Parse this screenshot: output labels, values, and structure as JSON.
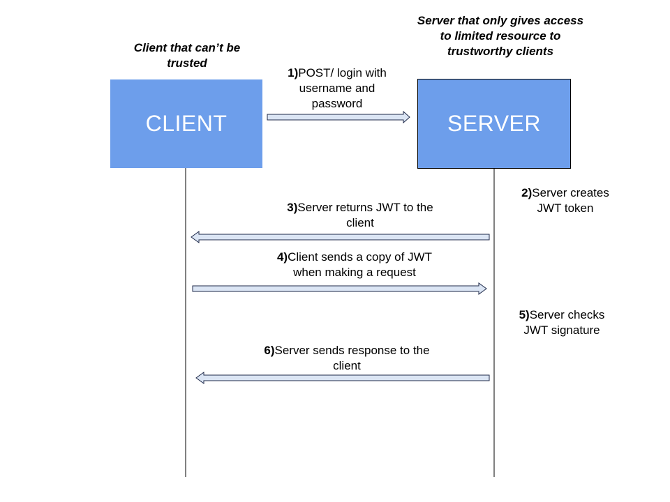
{
  "colors": {
    "box_fill": "#6d9eeb",
    "arrow_fill": "#dbe5f4",
    "arrow_stroke": "#1f2a4a",
    "lifeline": "#000000"
  },
  "client": {
    "caption": "Client that can’t be trusted",
    "label": "CLIENT"
  },
  "server": {
    "caption": "Server that only gives access to limited resource to trustworthy clients",
    "label": "SERVER"
  },
  "steps": [
    {
      "num": "1)",
      "text": "POST/ login with username and password",
      "arrow_direction": "right"
    },
    {
      "num": "2)",
      "text": "Server creates JWT token"
    },
    {
      "num": "3)",
      "text": "Server returns JWT to the client",
      "arrow_direction": "left"
    },
    {
      "num": "4)",
      "text": "Client sends a copy of JWT when making a request",
      "arrow_direction": "right"
    },
    {
      "num": "5)",
      "text": "Server checks JWT signature"
    },
    {
      "num": "6)",
      "text": "Server sends response to the client",
      "arrow_direction": "left"
    }
  ]
}
